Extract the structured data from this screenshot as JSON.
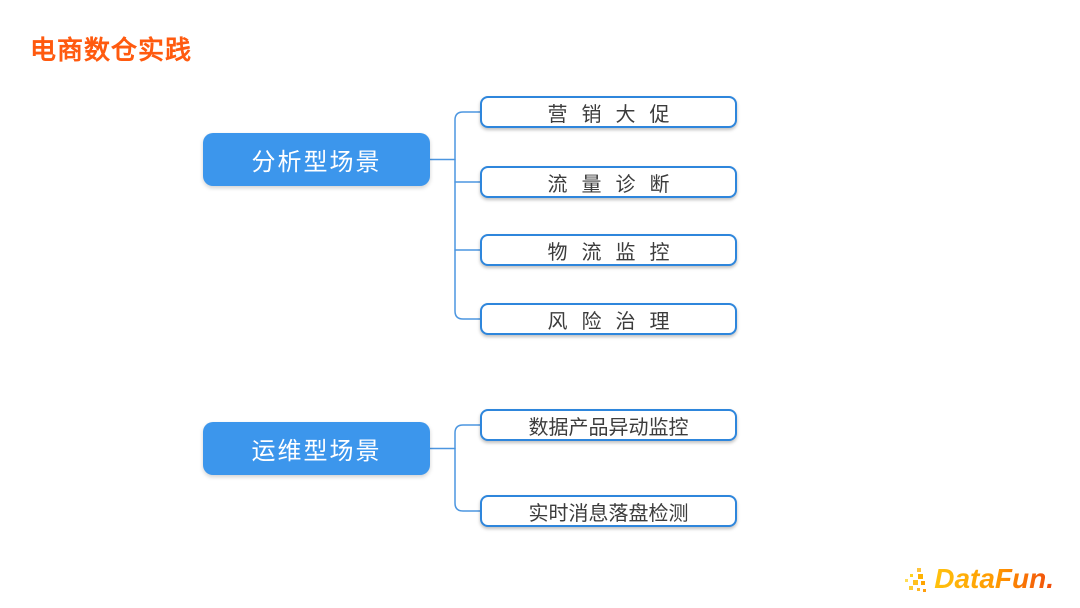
{
  "slide": {
    "title": "电商数仓实践",
    "title_color": "#FF5A0F",
    "background": "#FFFFFF"
  },
  "mindmap": {
    "node_fill_color": "#3C96EC",
    "node_text_color": "#FFFFFF",
    "leaf_border_color": "#2E86DC",
    "leaf_text_color": "#3C3C3C",
    "connector_color": "#4C96E0",
    "branches": [
      {
        "label": "分析型场景",
        "children": [
          {
            "label": "营销大促"
          },
          {
            "label": "流量诊断"
          },
          {
            "label": "物流监控"
          },
          {
            "label": "风险治理"
          }
        ]
      },
      {
        "label": "运维型场景",
        "children": [
          {
            "label": "数据产品异动监控"
          },
          {
            "label": "实时消息落盘检测"
          }
        ]
      }
    ]
  },
  "logo": {
    "text": "DataFun.",
    "gradient_start": "#FFC30E",
    "gradient_end": "#F04A0C"
  }
}
